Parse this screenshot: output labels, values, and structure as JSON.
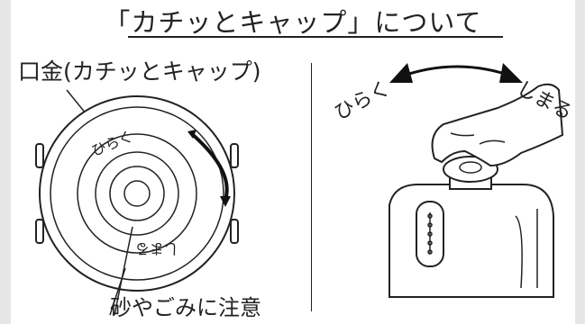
{
  "title": "「カチッとキャップ」について",
  "cap_label": "口金(カチッとキャップ)",
  "cap_marks": {
    "open": "ひらく",
    "close": "しまる"
  },
  "caution_label": "砂やごみに注意",
  "right": {
    "open_label": "ひらく",
    "close_label": "しまる"
  },
  "icons": [
    "rotate-arrow-icon",
    "swing-arrow-icon",
    "hand-illustration",
    "canister-illustration"
  ],
  "colors": {
    "background": "#e6e6e6",
    "panel": "#ffffff",
    "ink": "#222222"
  }
}
